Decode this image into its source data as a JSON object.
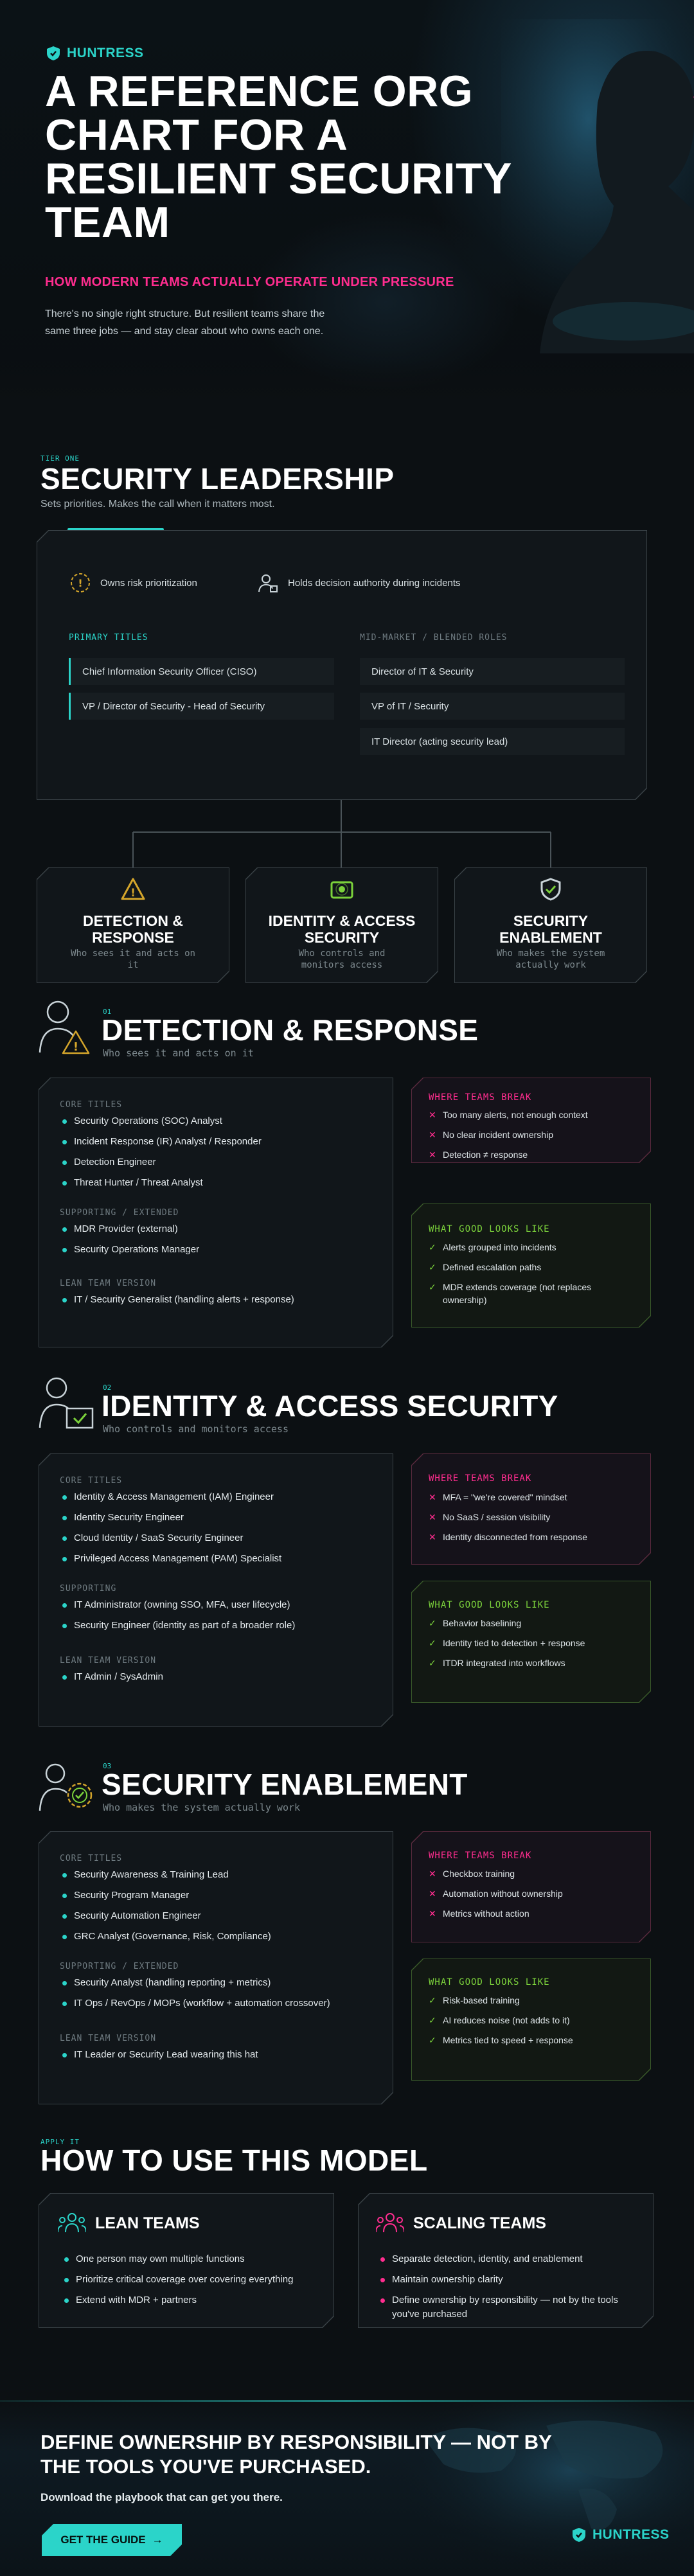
{
  "brand": {
    "name": "HUNTRESS"
  },
  "hero": {
    "title": "A REFERENCE ORG CHART FOR A RESILIENT SECURITY TEAM",
    "subtitle": "HOW MODERN TEAMS ACTUALLY OPERATE UNDER PRESSURE",
    "description": "There's no single right structure. But resilient teams share the same three jobs — and stay clear about who owns each one."
  },
  "leadership": {
    "tier": "TIER ONE",
    "title": "SECURITY LEADERSHIP",
    "subtitle": "Sets priorities. Makes the call when it matters most.",
    "duty1": "Owns risk prioritization",
    "duty2": "Holds decision authority during incidents",
    "primary_label": "PRIMARY TITLES",
    "primary": [
      "Chief Information Security Officer (CISO)",
      "VP / Director of Security - Head of Security"
    ],
    "mid_label": "MID-MARKET / BLENDED ROLES",
    "mid": [
      "Director of IT & Security",
      "VP of IT / Security",
      "IT Director (acting security lead)"
    ]
  },
  "pillars": [
    {
      "title": "DETECTION & RESPONSE",
      "sub": "Who sees it and acts on it",
      "icon": "warning-icon"
    },
    {
      "title": "IDENTITY & ACCESS SECURITY",
      "sub": "Who controls and monitors access",
      "icon": "id-card-icon"
    },
    {
      "title": "SECURITY ENABLEMENT",
      "sub": "Who makes the system actually work",
      "icon": "shield-check-icon"
    }
  ],
  "sections": [
    {
      "num": "01",
      "title": "DETECTION & RESPONSE",
      "sub": "Who sees it and acts on it",
      "core_label": "CORE TITLES",
      "core": [
        "Security Operations (SOC) Analyst",
        "Incident Response (IR) Analyst / Responder",
        "Detection Engineer",
        "Threat Hunter / Threat Analyst"
      ],
      "support_label": "SUPPORTING / EXTENDED",
      "support": [
        "MDR Provider (external)",
        "Security Operations Manager"
      ],
      "lean_label": "LEAN TEAM VERSION",
      "lean": [
        "IT / Security Generalist (handling alerts + response)"
      ],
      "break_label": "WHERE TEAMS BREAK",
      "breaks": [
        "Too many alerts, not enough context",
        "No clear incident ownership",
        "Detection ≠ response"
      ],
      "good_label": "WHAT GOOD LOOKS LIKE",
      "goods": [
        "Alerts grouped into incidents",
        "Defined escalation paths",
        "MDR extends coverage (not replaces ownership)"
      ]
    },
    {
      "num": "02",
      "title": "IDENTITY & ACCESS SECURITY",
      "sub": "Who controls and monitors access",
      "core_label": "CORE TITLES",
      "core": [
        "Identity & Access Management (IAM) Engineer",
        "Identity Security Engineer",
        "Cloud Identity / SaaS Security Engineer",
        "Privileged Access Management (PAM) Specialist"
      ],
      "support_label": "SUPPORTING",
      "support": [
        "IT Administrator (owning SSO, MFA, user lifecycle)",
        "Security Engineer (identity as part of a broader role)"
      ],
      "lean_label": "LEAN TEAM VERSION",
      "lean": [
        "IT Admin / SysAdmin"
      ],
      "break_label": "WHERE TEAMS BREAK",
      "breaks": [
        "MFA = \"we're covered\" mindset",
        "No SaaS / session visibility",
        "Identity disconnected from response"
      ],
      "good_label": "WHAT GOOD LOOKS LIKE",
      "goods": [
        "Behavior baselining",
        "Identity tied to detection + response",
        "ITDR integrated into workflows"
      ]
    },
    {
      "num": "03",
      "title": "SECURITY ENABLEMENT",
      "sub": "Who makes the system actually work",
      "core_label": "CORE TITLES",
      "core": [
        "Security Awareness & Training Lead",
        "Security Program Manager",
        "Security Automation Engineer",
        "GRC Analyst (Governance, Risk, Compliance)"
      ],
      "support_label": "SUPPORTING / EXTENDED",
      "support": [
        "Security Analyst (handling reporting + metrics)",
        "IT Ops / RevOps / MOPs (workflow + automation crossover)"
      ],
      "lean_label": "LEAN TEAM VERSION",
      "lean": [
        "IT Leader or Security Lead wearing this hat"
      ],
      "break_label": "WHERE TEAMS BREAK",
      "breaks": [
        "Checkbox training",
        "Automation without ownership",
        "Metrics without action"
      ],
      "good_label": "WHAT GOOD LOOKS LIKE",
      "goods": [
        "Risk-based training",
        "AI reduces noise (not adds to it)",
        "Metrics tied to speed + response"
      ]
    }
  ],
  "howto": {
    "tag": "APPLY IT",
    "title": "HOW TO USE THIS MODEL",
    "lean_title": "LEAN TEAMS",
    "lean": [
      "One person may own multiple functions",
      "Prioritize critical coverage over covering everything",
      "Extend with MDR + partners"
    ],
    "scale_title": "SCALING TEAMS",
    "scale": [
      "Separate detection, identity, and enablement",
      "Maintain ownership clarity",
      "Define ownership by responsibility — not by the tools you've purchased"
    ]
  },
  "cta": {
    "headline": "DEFINE OWNERSHIP BY RESPONSIBILITY — NOT BY THE TOOLS YOU'VE PURCHASED.",
    "sub": "Download the playbook that can get you there.",
    "button": "GET THE GUIDE",
    "arrow": "→"
  },
  "colors": {
    "accent": "#2bd4c9",
    "pink": "#ff2d8f",
    "green": "#7bd13b",
    "bg": "#0c1013"
  }
}
